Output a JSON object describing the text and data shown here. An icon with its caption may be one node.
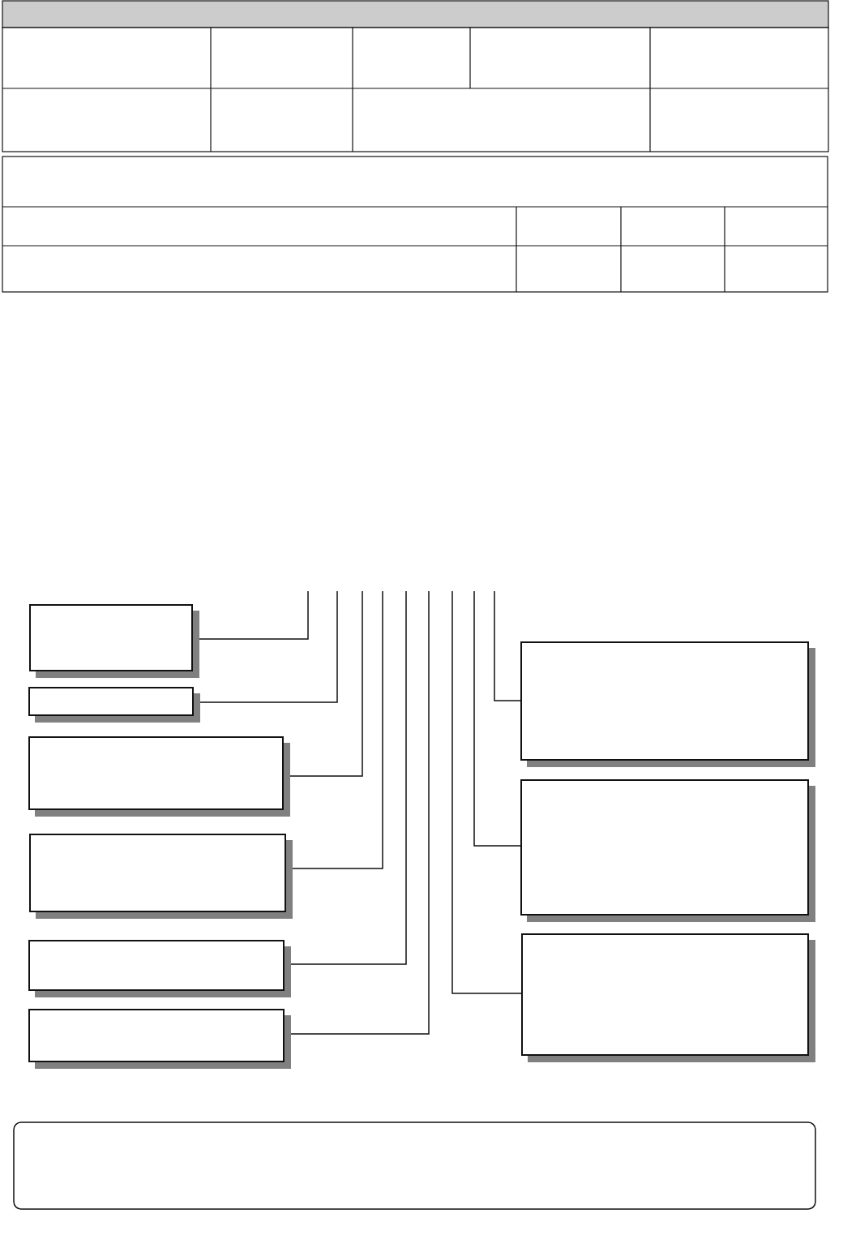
{
  "diagram": {
    "nodes": [
      {
        "text": [],
        "shape": "box"
      },
      {
        "text": [],
        "shape": "box"
      },
      {
        "text": [],
        "shape": "box"
      },
      {
        "text": [],
        "shape": "box"
      },
      {
        "text": [],
        "shape": "box"
      },
      {
        "text": [],
        "shape": "box"
      },
      {
        "text": [],
        "shape": "box"
      },
      {
        "text": [],
        "shape": "box"
      },
      {
        "text": [],
        "shape": "box"
      }
    ],
    "edges": [
      {
        "from": null,
        "to": 0,
        "arrow": "none"
      },
      {
        "from": null,
        "to": 1,
        "arrow": "none"
      },
      {
        "from": null,
        "to": 2,
        "arrow": "none"
      },
      {
        "from": null,
        "to": 3,
        "arrow": "none"
      },
      {
        "from": null,
        "to": 4,
        "arrow": "none"
      },
      {
        "from": null,
        "to": 5,
        "arrow": "none"
      },
      {
        "from": null,
        "to": 6,
        "arrow": "none"
      },
      {
        "from": null,
        "to": 7,
        "arrow": "none"
      },
      {
        "from": null,
        "to": 8,
        "arrow": "none"
      }
    ]
  }
}
